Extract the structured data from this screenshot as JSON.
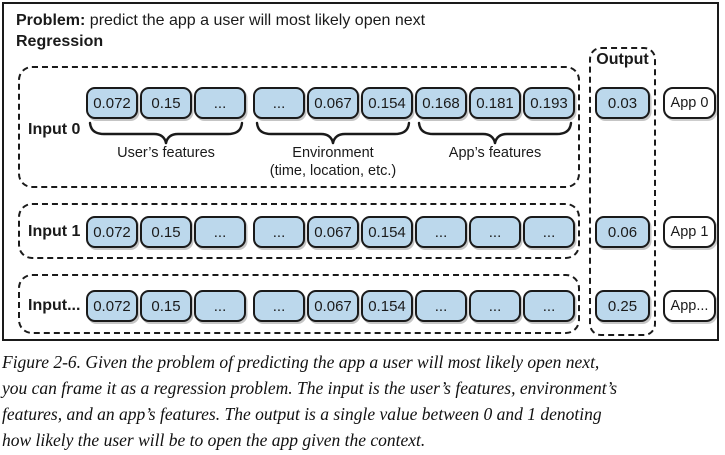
{
  "header": {
    "problem_label": "Problem:",
    "problem_text": "predict the app a user will most likely open next",
    "framing_label": "Regression"
  },
  "colors": {
    "cell_fill": "#BCD8EC",
    "line": "#1A1A1A",
    "background": "#FFFFFF"
  },
  "rows": [
    {
      "label": "Input 0",
      "cells": [
        "0.072",
        "0.15",
        "...",
        "...",
        "0.067",
        "0.154",
        "0.168",
        "0.181",
        "0.193"
      ],
      "output": "0.03",
      "app": "App 0"
    },
    {
      "label": "Input 1",
      "cells": [
        "0.072",
        "0.15",
        "...",
        "...",
        "0.067",
        "0.154",
        "...",
        "...",
        "..."
      ],
      "output": "0.06",
      "app": "App 1"
    },
    {
      "label": "Input...",
      "cells": [
        "0.072",
        "0.15",
        "...",
        "...",
        "0.067",
        "0.154",
        "...",
        "...",
        "..."
      ],
      "output": "0.25",
      "app": "App..."
    }
  ],
  "feature_groups": [
    {
      "line1": "User’s features",
      "line2": ""
    },
    {
      "line1": "Environment",
      "line2": "(time, location, etc.)"
    },
    {
      "line1": "App’s features",
      "line2": ""
    }
  ],
  "output_column": {
    "label": "Output"
  },
  "caption": {
    "line1": "Figure 2-6. Given the problem of predicting the app a user will most likely open next,",
    "line2": "you can frame it as a regression problem. The input is the user’s features, environment’s",
    "line3": "features, and an app’s features. The output is a single value between 0 and 1 denoting",
    "line4": "how likely the user will be to open the app given the context."
  }
}
